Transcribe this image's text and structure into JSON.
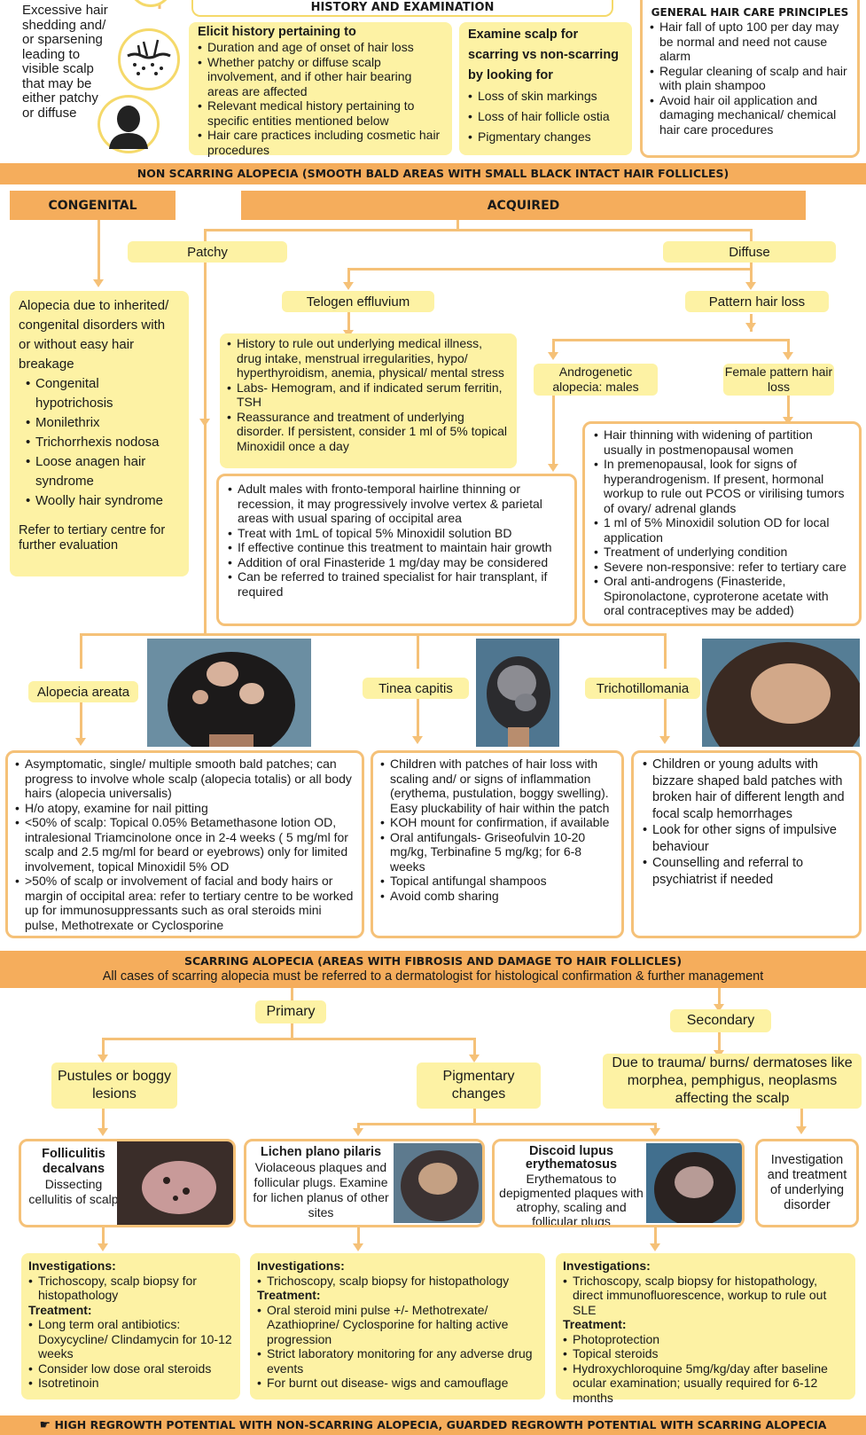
{
  "top": {
    "intro_lines": [
      "Excessive hair",
      "shedding and/",
      "or sparsening",
      "leading to",
      "visible scalp",
      "that may be",
      "either patchy",
      "or diffuse"
    ],
    "history_header": "HISTORY AND EXAMINATION",
    "elicit_title": "Elicit history pertaining to",
    "elicit_items": [
      "Duration and age of onset of hair loss",
      "Whether patchy or diffuse scalp involvement, and if other hair bearing areas are affected",
      "Relevant medical history pertaining to specific entities mentioned below",
      "Hair care practices including cosmetic hair procedures"
    ],
    "examine_title": "Examine scalp for scarring vs non-scarring by looking for",
    "examine_items": [
      "Loss of skin markings",
      "Loss of hair follicle ostia",
      "Pigmentary changes"
    ],
    "general_title": "GENERAL HAIR CARE PRINCIPLES",
    "general_items": [
      "Hair fall of upto 100 per day may be normal and need not cause alarm",
      "Regular cleaning of scalp and hair with plain shampoo",
      "Avoid hair oil application and damaging mechanical/ chemical hair care procedures"
    ]
  },
  "nonscarring": {
    "bar": "NON SCARRING ALOPECIA (SMOOTH BALD AREAS WITH SMALL BLACK INTACT HAIR FOLLICLES)",
    "congenital": "CONGENITAL",
    "acquired": "ACQUIRED",
    "patchy": "Patchy",
    "diffuse": "Diffuse",
    "telogen": "Telogen effluvium",
    "pattern": "Pattern hair loss",
    "androgenetic": "Androgenetic alopecia: males",
    "female": "Female pattern hair loss",
    "congenital_intro": "Alopecia due to inherited/ congenital disorders with or without easy hair breakage",
    "congenital_items": [
      "Congenital hypotrichosis",
      "Monilethrix",
      "Trichorrhexis nodosa",
      "Loose anagen hair syndrome",
      "Woolly hair syndrome"
    ],
    "congenital_refer": "Refer to tertiary centre for further evaluation",
    "telogen_items": [
      "History to rule out underlying medical illness, drug intake, menstrual irregularities, hypo/ hyperthyroidism, anemia, physical/ mental stress",
      "Labs- Hemogram, and if indicated serum ferritin, TSH",
      "Reassurance and treatment of underlying disorder. If persistent, consider 1 ml of 5% topical Minoxidil once a day"
    ],
    "male_items": [
      "Adult males with fronto-temporal hairline thinning or recession, it may progressively involve vertex & parietal areas with usual sparing of occipital area",
      "Treat with 1mL of topical 5% Minoxidil solution BD",
      "If effective continue this treatment to maintain hair growth",
      "Addition of oral Finasteride 1 mg/day may be considered",
      "Can be referred to trained specialist for hair transplant, if required"
    ],
    "female_items": [
      "Hair thinning with widening of partition usually in postmenopausal women",
      "In premenopausal, look for signs of hyperandrogenism. If present, hormonal workup to rule out PCOS or virilising tumors of ovary/ adrenal glands",
      "1 ml of 5% Minoxidil solution OD for local application",
      "Treatment of underlying condition",
      "Severe non-responsive: refer to tertiary care",
      "Oral anti-androgens (Finasteride, Spironolactone, cyproterone acetate with oral contraceptives may be added)"
    ],
    "areata": "Alopecia areata",
    "tinea": "Tinea capitis",
    "tricho": "Trichotillomania",
    "areata_items": [
      "Asymptomatic, single/ multiple smooth bald patches; can progress to involve whole scalp (alopecia totalis) or all body hairs (alopecia universalis)",
      "H/o atopy, examine for nail pitting",
      "<50% of scalp: Topical 0.05% Betamethasone lotion OD, intralesional Triamcinolone once in 2-4 weeks ( 5 mg/ml for scalp and 2.5 mg/ml for beard or eyebrows) only for limited involvement, topical Minoxidil 5% OD",
      ">50% of scalp or involvement of facial and body hairs or margin of occipital area: refer to tertiary centre to be worked up for immunosuppressants such as oral steroids mini pulse, Methotrexate or Cyclosporine"
    ],
    "tinea_items": [
      "Children with patches of hair loss with scaling and/ or signs of inflammation (erythema, pustulation, boggy swelling). Easy pluckability of hair within the patch",
      "KOH mount for confirmation, if available",
      "Oral antifungals- Griseofulvin 10-20 mg/kg, Terbinafine 5 mg/kg; for 6-8 weeks",
      "Topical antifungal shampoos",
      "Avoid comb sharing"
    ],
    "tricho_items": [
      "Children or young adults with bizzare shaped bald patches with broken hair of different length and focal scalp hemorrhages",
      "Look for other signs of impulsive behaviour",
      "Counselling and referral to psychiatrist if needed"
    ]
  },
  "scarring": {
    "bar_title": "SCARRING ALOPECIA (AREAS WITH FIBROSIS AND DAMAGE TO HAIR FOLLICLES)",
    "bar_sub": "All cases of scarring alopecia must be referred to a dermatologist for histological confirmation & further management",
    "primary": "Primary",
    "secondary": "Secondary",
    "pustules": "Pustules or boggy lesions",
    "pigmentary": "Pigmentary changes",
    "trauma": "Due to trauma/ burns/ dermatoses like morphea, pemphigus, neoplasms affecting the scalp",
    "folliculitis_title": "Folliculitis decalvans",
    "folliculitis_desc": "Dissecting cellulitis of scalp",
    "lichen_title": "Lichen plano pilaris",
    "lichen_desc": "Violaceous plaques and follicular plugs. Examine for lichen planus of other sites",
    "dle_title": "Discoid lupus erythematosus",
    "dle_desc": "Erythematous to depigmented plaques with atrophy, scaling and follicular plugs",
    "investigate_underlying": "Investigation and treatment of underlying disorder",
    "investigations_label": "Investigations:",
    "treatment_label": "Treatment:",
    "fd_inv": [
      "Trichoscopy, scalp biopsy for histopathology"
    ],
    "fd_tx": [
      "Long term oral antibiotics: Doxycycline/ Clindamycin for 10-12 weeks",
      "Consider low dose oral steroids",
      "Isotretinoin"
    ],
    "lpp_inv": [
      "Trichoscopy, scalp biopsy for histopathology"
    ],
    "lpp_tx": [
      "Oral steroid mini pulse +/- Methotrexate/ Azathioprine/ Cyclosporine for halting active progression",
      "Strict laboratory monitoring for any adverse drug events",
      "For burnt out disease- wigs and camouflage"
    ],
    "dle_inv": [
      "Trichoscopy, scalp biopsy for histopathology, direct immunofluorescence, workup to rule out SLE"
    ],
    "dle_tx": [
      "Photoprotection",
      "Topical steroids",
      "Hydroxychloroquine 5mg/kg/day after baseline ocular examination; usually required for 6-12 months"
    ]
  },
  "footer": "HIGH REGROWTH POTENTIAL WITH NON-SCARRING ALOPECIA, GUARDED REGROWTH POTENTIAL WITH SCARRING ALOPECIA",
  "colors": {
    "accent": "#f5ad5c",
    "box_fill": "#fdf2a4",
    "line": "#f5c178"
  }
}
